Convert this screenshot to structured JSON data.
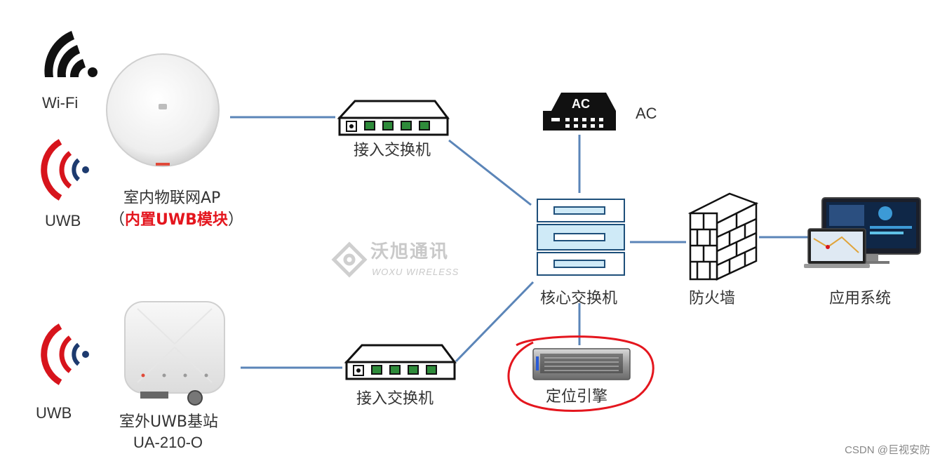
{
  "nodes": {
    "wifi_label": "Wi-Fi",
    "uwb_label_top": "UWB",
    "uwb_label_bottom": "UWB",
    "indoor_ap_title": "室内物联网AP",
    "indoor_ap_open": "（",
    "indoor_ap_note": "内置UWB模块",
    "indoor_ap_close": "）",
    "outdoor_station_title": "室外UWB基站",
    "outdoor_station_model": "UA-210-O",
    "access_switch_top": "接入交换机",
    "access_switch_bottom": "接入交换机",
    "ac_box_text": "AC",
    "ac_label": "AC",
    "core_switch": "核心交换机",
    "positioning_engine": "定位引擎",
    "firewall": "防火墙",
    "application_system": "应用系统"
  },
  "watermark": {
    "cn": "沃旭通讯",
    "en": "WOXU WIRELESS"
  },
  "credit": "CSDN @巨视安防",
  "colors": {
    "link": "#5b85b8",
    "signal_red": "#d7141c",
    "signal_blue": "#1d3a6e",
    "highlight": "#e4161e",
    "core_fill": "#cfeaf7",
    "core_stroke": "#1e4f7a"
  }
}
